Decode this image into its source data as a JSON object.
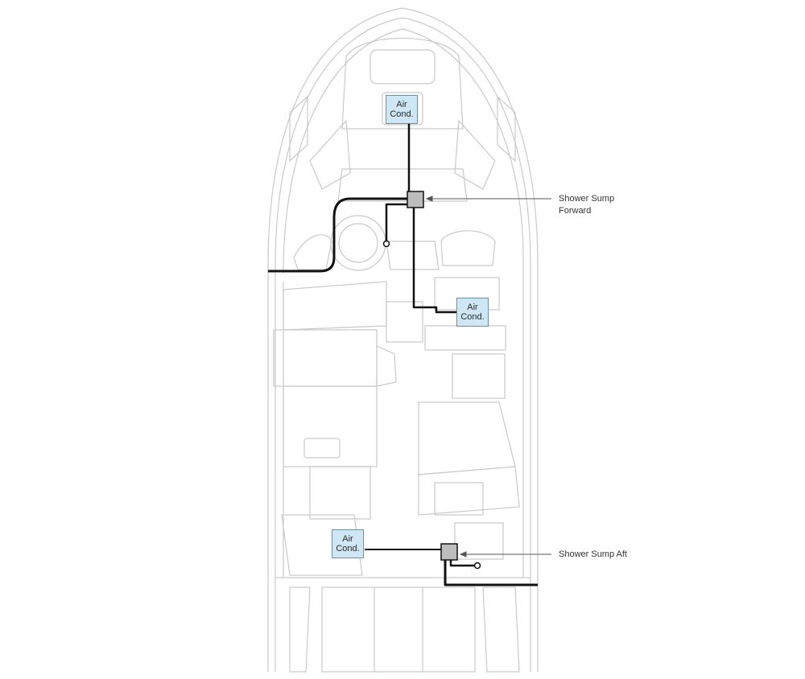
{
  "colors": {
    "outline": "#c9c9c9",
    "plumbing": "#111111",
    "ac_fill": "#cfe6f4",
    "ac_border": "#6d8fa6",
    "sump_fill": "#bdbdbd",
    "background": "#ffffff"
  },
  "labels": {
    "shower_sump_forward_line1": "Shower Sump",
    "shower_sump_forward_line2": "Forward",
    "shower_sump_aft": "Shower Sump Aft"
  },
  "air_conditioners": [
    {
      "line1": "Air",
      "line2": "Cond."
    },
    {
      "line1": "Air",
      "line2": "Cond."
    },
    {
      "line1": "Air",
      "line2": "Cond."
    }
  ]
}
